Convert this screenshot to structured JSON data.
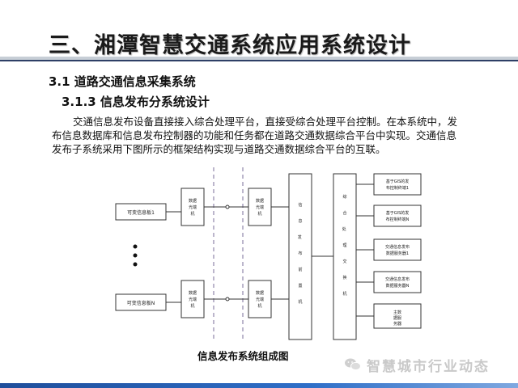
{
  "title": "三、湘潭智慧交通系统应用系统设计",
  "section": "3.1 道路交通信息采集系统",
  "subsection": "3.1.3 信息发布分系统设计",
  "paragraph": [
    "交通信息发布设备直接接入综合处理平台，直接受综合处理平台控制。在本系统中，发",
    "布信息数据库和信息发布控制器的功能和任务都在道路交通数据综合平台中实现。交通信息",
    "发布子系统采用下图所示的框架结构实现与道路交通数据综合平台的互联。"
  ],
  "diagram": {
    "source_top": "可变信息板1",
    "source_bottom": "可变信息板N",
    "conv_top": "数据光端机",
    "conv_bottom": "数据光端机",
    "conv2_top": "数据光端机",
    "conv2_bottom": "数据光端机",
    "center_box": "信息发布前置机",
    "center_box2": "综合处理交换机",
    "right_boxes": [
      "基于GIS的发布控制终端1",
      "基于GIS的发布控制终端N",
      "交通信息发布数据服务器1",
      "交通信息发布数据服务器N",
      "主数据服务器"
    ]
  },
  "caption": "信息发布系统组成图",
  "watermark": "智慧城市行业动态",
  "colors": {
    "accent": "#2e3f66",
    "strip": "#1f4e9b"
  },
  "icons": {
    "watermark_logo": "wechat-icon"
  }
}
